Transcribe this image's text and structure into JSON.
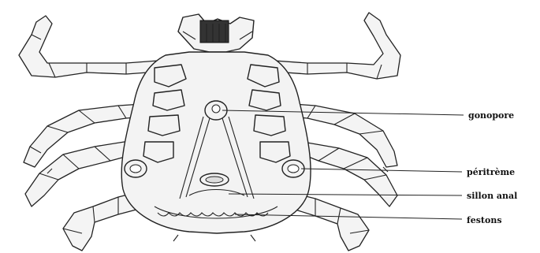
{
  "labels": {
    "gonopore": "gonopore",
    "peritreme": "péritrème",
    "sillon_anal": "sillon anal",
    "festons": "festons"
  },
  "colors": {
    "ink": "#222222",
    "background": "#ffffff"
  }
}
